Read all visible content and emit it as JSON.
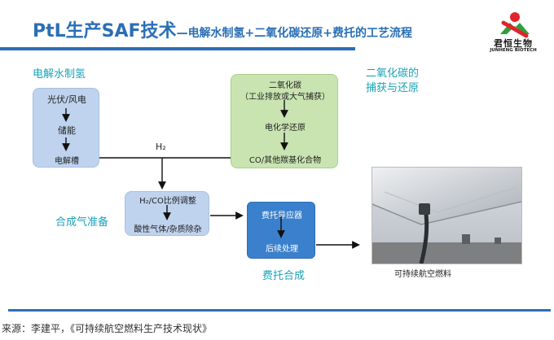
{
  "title": {
    "main": "PtL生产SAF技术",
    "sub": "—电解水制氢+二氧化碳还原+费托的工艺流程"
  },
  "logo": {
    "name": "君恒生物",
    "english": "JUNHENG BIOTECH"
  },
  "sections": {
    "electrolysis": "电解水制氢",
    "co2_capture_line1": "二氧化碳的",
    "co2_capture_line2": "捕获与还原",
    "syngas": "合成气准备",
    "ft": "费托合成"
  },
  "boxes": {
    "left": {
      "line1": "光伏/风电",
      "line2": "储能",
      "line3": "电解槽"
    },
    "co2": {
      "line1": "二氧化碳",
      "line2": "（工业排放或大气捕获）",
      "line3": "电化学还原",
      "line4": "CO/其他羰基化合物"
    },
    "h2co": {
      "line1": "H₂/CO比例调整",
      "line2": "酸性气体/杂质除杂"
    },
    "ft": {
      "line1": "费托导应器",
      "line2": "后续处理"
    }
  },
  "h2_label": "H₂",
  "product_label": "可持续航空燃料",
  "source": "来源：李建平，《可持续航空燃料生产技术现状》",
  "colors": {
    "title_blue": "#2a6fb6",
    "section_teal": "#1aa3b8",
    "box_blue": "#bfd3ee",
    "box_green": "#c9e4b1",
    "box_dark_blue": "#3a80cc"
  }
}
